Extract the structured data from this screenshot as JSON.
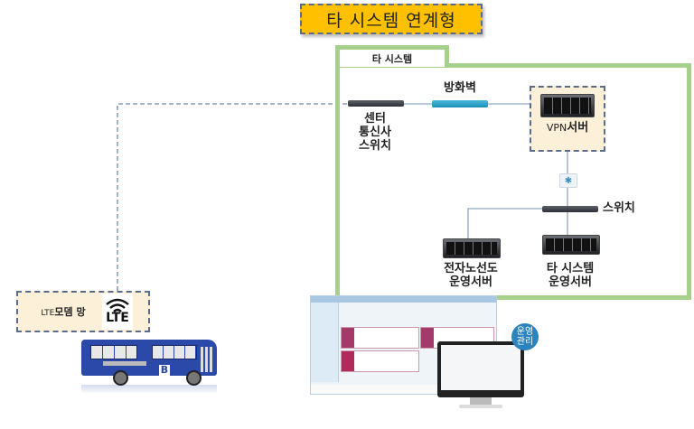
{
  "title": "타 시스템 연계형",
  "system_group": {
    "label": "타 시스템"
  },
  "nodes": {
    "center_switch": {
      "lines": [
        "센터",
        "통신사",
        "스위치"
      ]
    },
    "firewall": {
      "label": "방화벽"
    },
    "vpn_server": {
      "prefix": "VPN",
      "suffix": "서버"
    },
    "switch": {
      "label": "스위치"
    },
    "map_server": {
      "lines": [
        "전자노선도",
        "운영서버"
      ]
    },
    "other_server": {
      "lines": [
        "타 시스템",
        "운영서버"
      ]
    },
    "lte_modem": {
      "prefix": "LTE",
      "suffix": "모뎀 망",
      "icon_text": "LTE"
    },
    "bus": {
      "letter": "B"
    },
    "operation": {
      "badge_lines": [
        "운영",
        "관리"
      ]
    }
  },
  "colors": {
    "title_bg": "#ffc000",
    "frame": "#a8d08d",
    "highlight_bg": "#fdf0d8",
    "dash": "#5a6b8c",
    "line": "#8ea6bf",
    "badge": "#2c84be",
    "bus": "#2a49a8"
  }
}
